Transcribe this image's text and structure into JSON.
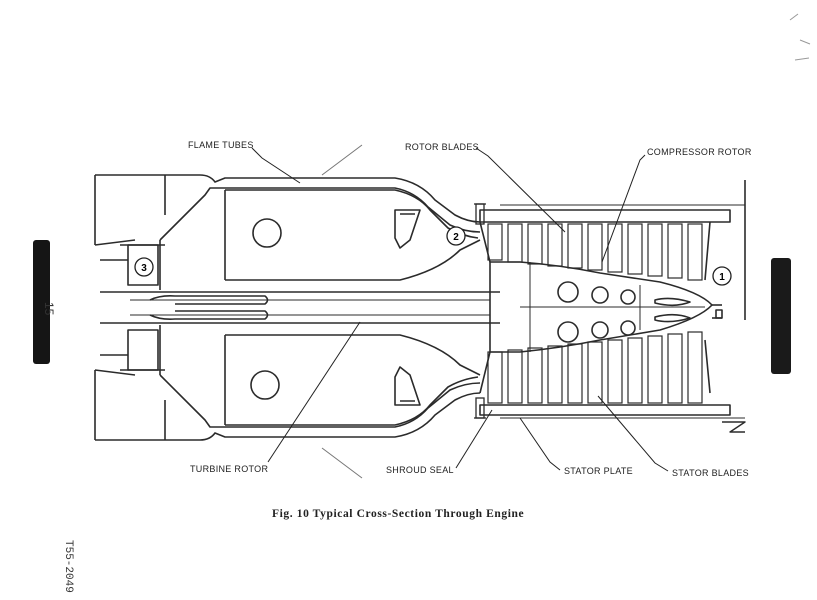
{
  "labels": {
    "flame_tubes": "FLAME TUBES",
    "rotor_blades": "ROTOR BLADES",
    "compressor_rotor": "COMPRESSOR ROTOR",
    "turbine_rotor": "TURBINE ROTOR",
    "shroud_seal": "SHROUD SEAL",
    "stator_plate": "STATOR PLATE",
    "stator_blades": "STATOR BLADES"
  },
  "markers": {
    "m1": "1",
    "m2": "2",
    "m3": "3"
  },
  "caption": "Fig. 10  Typical Cross-Section Through Engine",
  "page_number": "15",
  "document_id": "T55-2049"
}
